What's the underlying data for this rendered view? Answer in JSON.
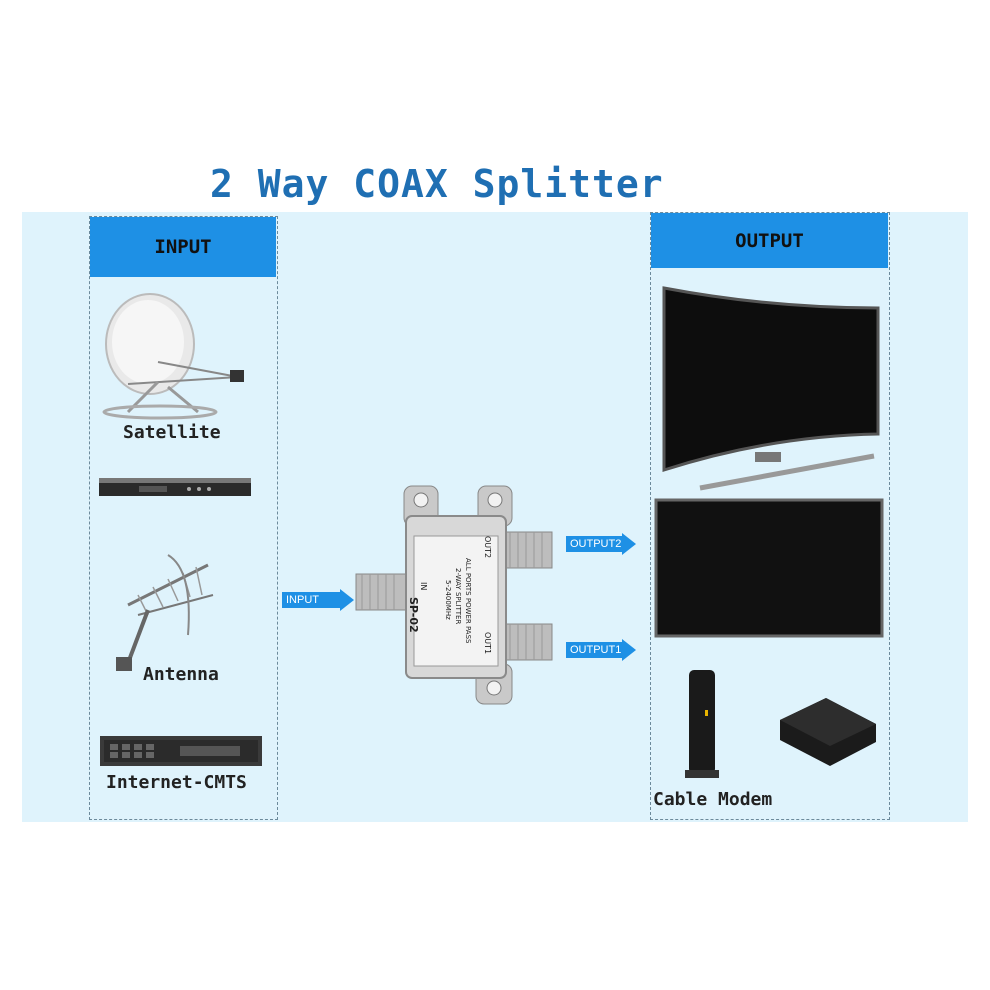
{
  "title": "2 Way COAX Splitter",
  "input": {
    "header": "INPUT",
    "items": [
      {
        "label": "Satellite",
        "icon": "satellite-dish-icon"
      },
      {
        "label": "",
        "icon": "rack-receiver-icon"
      },
      {
        "label": "Antenna",
        "icon": "antenna-icon"
      },
      {
        "label": "Internet-CMTS",
        "icon": "cmts-router-icon"
      }
    ]
  },
  "output": {
    "header": "OUTPUT",
    "items": [
      {
        "label": "",
        "icon": "curved-tv-icon"
      },
      {
        "label": "",
        "icon": "flat-tv-icon"
      },
      {
        "label": "Cable Modem",
        "icon": "cable-modem-icon"
      }
    ]
  },
  "splitter": {
    "model": "SP-02",
    "desc1": "2-WAY SPLITTER",
    "desc2": "5-2400MHz",
    "desc3": "ALL PORTS POWER PASS",
    "port_in": "IN",
    "port_out1": "OUT1",
    "port_out2": "OUT2"
  },
  "arrows": {
    "input": "INPUT",
    "output1": "OUTPUT1",
    "output2": "OUTPUT2"
  },
  "colors": {
    "accent": "#1e90e5",
    "title": "#1f6fb3",
    "panel": "#dff3fc"
  }
}
